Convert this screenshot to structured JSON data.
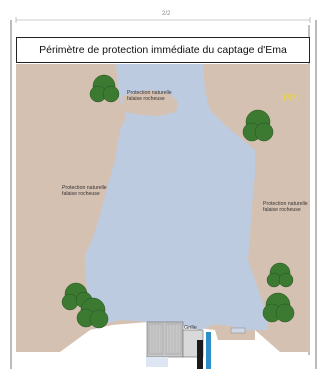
{
  "title": "Périmètre de protection immédiate du captage d'Ema",
  "scale_label": "2/2",
  "zone_label": "PPI",
  "labels": {
    "top": [
      "Protection naturelle",
      "falaise rocheuse"
    ],
    "left": [
      "Protection naturelle",
      "falaise rocheuse"
    ],
    "right": [
      "Protection naturelle",
      "falaise rocheuse"
    ],
    "grille": "Grille"
  },
  "colors": {
    "rock": "#d5c1b2",
    "water": "#bccbe0",
    "tree": "#3c7a32",
    "ppi": "#e8d440",
    "pipe": "#2c8fc9"
  }
}
